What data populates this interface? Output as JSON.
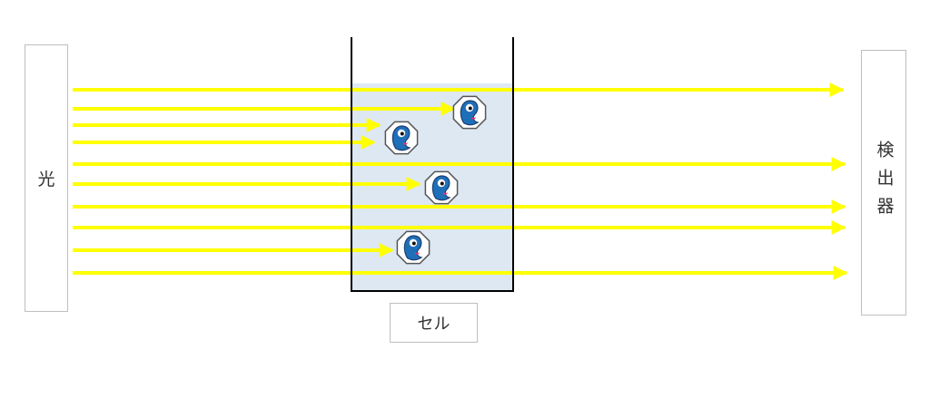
{
  "labels": {
    "light": "光",
    "detector": "検出器",
    "cell": "セル"
  },
  "colors": {
    "beam": "#ffff00",
    "cell_liquid": "#dde8f3",
    "cell_wall": "#000000",
    "box_border": "#bfbfbf",
    "molecule_body": "#1f6fb8",
    "molecule_outline": "#1a3f74",
    "molecule_tongue": "#e8336d"
  },
  "beams": [
    {
      "passes": true
    },
    {
      "passes": false
    },
    {
      "passes": false
    },
    {
      "passes": false
    },
    {
      "passes": true
    },
    {
      "passes": false
    },
    {
      "passes": true
    },
    {
      "passes": true
    },
    {
      "passes": false
    },
    {
      "passes": true
    }
  ],
  "molecule_icon": "octagon-blue-creature-icon"
}
